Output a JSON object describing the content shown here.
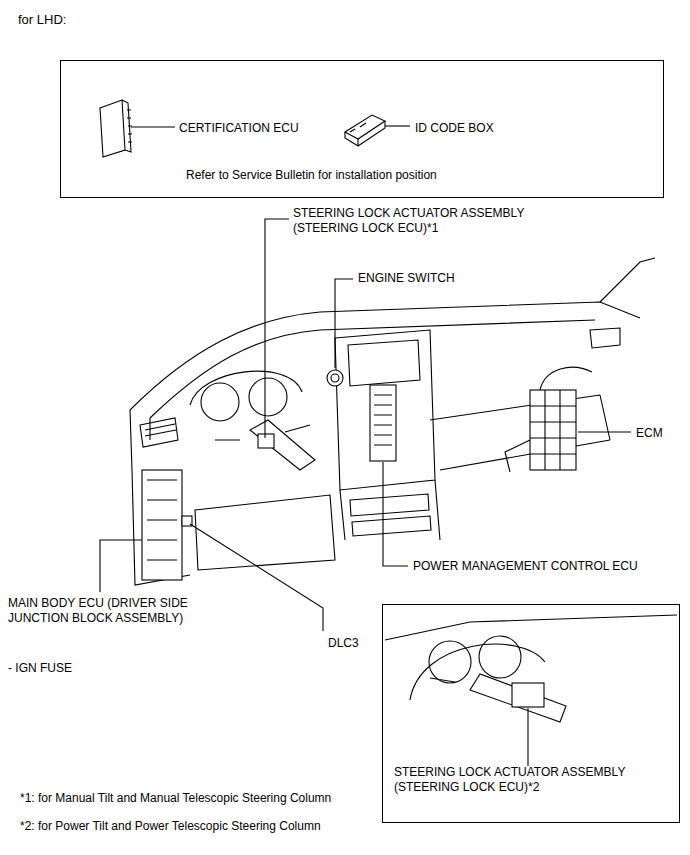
{
  "diagram": {
    "title": "for LHD:",
    "nodes": [
      {
        "text": [
          "CERTIFICATION ECU",
          "ID CODE BOX",
          "Refer to Service Bulletin for installation position"
        ]
      },
      {
        "text": [
          "STEERING LOCK ACTUATOR ASSEMBLY (STEERING LOCK ECU)*2"
        ]
      }
    ],
    "labels": [
      "STEERING LOCK ACTUATOR ASSEMBLY (STEERING LOCK ECU)*1",
      "ENGINE SWITCH",
      "ECM",
      "POWER MANAGEMENT CONTROL ECU",
      "MAIN BODY ECU (DRIVER SIDE JUNCTION BLOCK ASSEMBLY)",
      "DLC3",
      "- IGN FUSE",
      "*1: for Manual Tilt and Manual Telescopic Steering Column",
      "*2: for Power Tilt and Power Telescopic Steering Column"
    ]
  }
}
